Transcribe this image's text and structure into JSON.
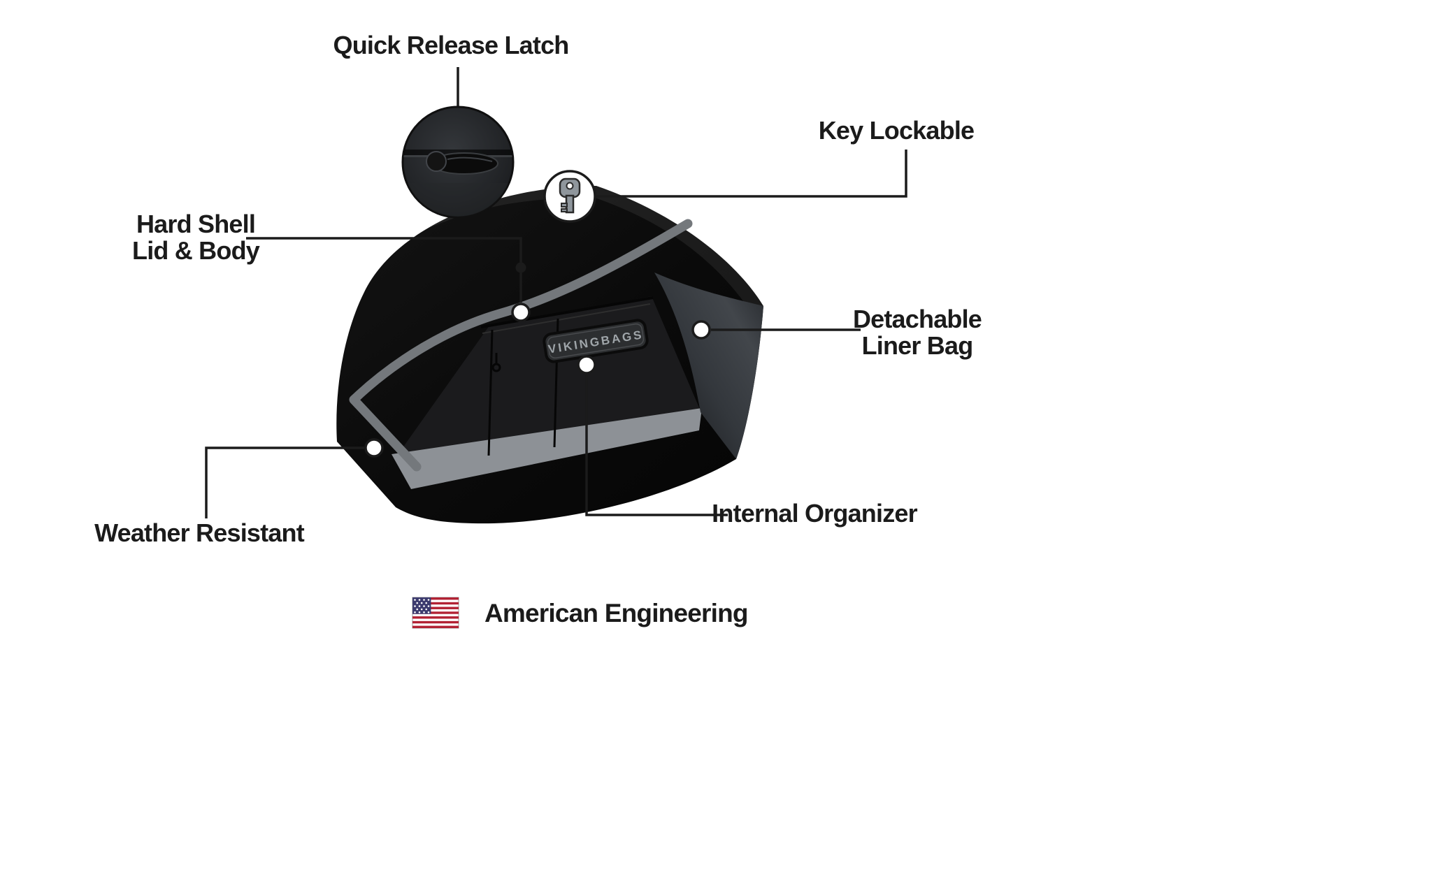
{
  "callouts": {
    "quick_release_latch": {
      "label": "Quick Release Latch"
    },
    "key_lockable": {
      "label": "Key Lockable"
    },
    "hard_shell": {
      "line1": "Hard Shell",
      "line2": "Lid & Body"
    },
    "detachable_liner": {
      "line1": "Detachable",
      "line2": "Liner Bag"
    },
    "weather_resistant": {
      "label": "Weather Resistant"
    },
    "internal_organizer": {
      "label": "Internal Organizer"
    }
  },
  "footer": {
    "american_engineering": "American Engineering"
  },
  "product": {
    "badge_text": "VIKINGBAGS"
  },
  "icons": {
    "key": "key-icon",
    "us_flag": "us-flag-icon",
    "latch_closeup": "latch-detail-icon"
  },
  "colors": {
    "line": "#1b1b1b",
    "text": "#1b1b1b",
    "stripe_gray": "#74787c",
    "interior_gray": "#8d9196",
    "flag_red": "#B22234",
    "flag_blue": "#3C3B6E"
  }
}
